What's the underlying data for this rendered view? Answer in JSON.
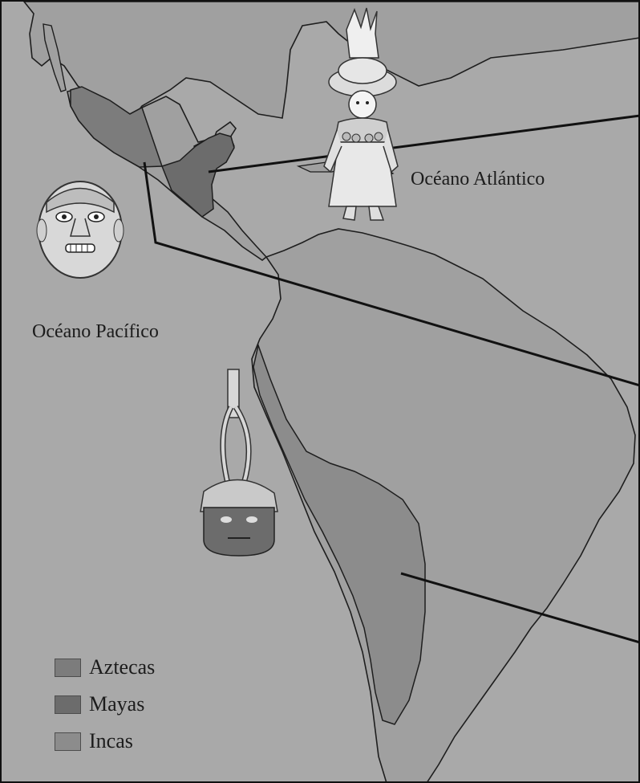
{
  "map": {
    "labels": {
      "atlantic": "Océano Atlántico",
      "pacific": "Océano Pacífico"
    },
    "legend": [
      {
        "label": "Aztecas",
        "color": "#7c7c7c"
      },
      {
        "label": "Mayas",
        "color": "#6c6c6c"
      },
      {
        "label": "Incas",
        "color": "#8c8c8c"
      }
    ],
    "colors": {
      "background": "#a9a9a9",
      "land": "#a0a0a0",
      "coastline": "#1e1e1e",
      "aztec_region": "#7c7c7c",
      "maya_region": "#6c6c6c",
      "inca_region": "#8c8c8c",
      "pointer_line": "#111111"
    },
    "illustrations": [
      "olmec-head-icon",
      "aztec-warrior-figure-icon",
      "moche-portrait-vessel-icon"
    ]
  }
}
